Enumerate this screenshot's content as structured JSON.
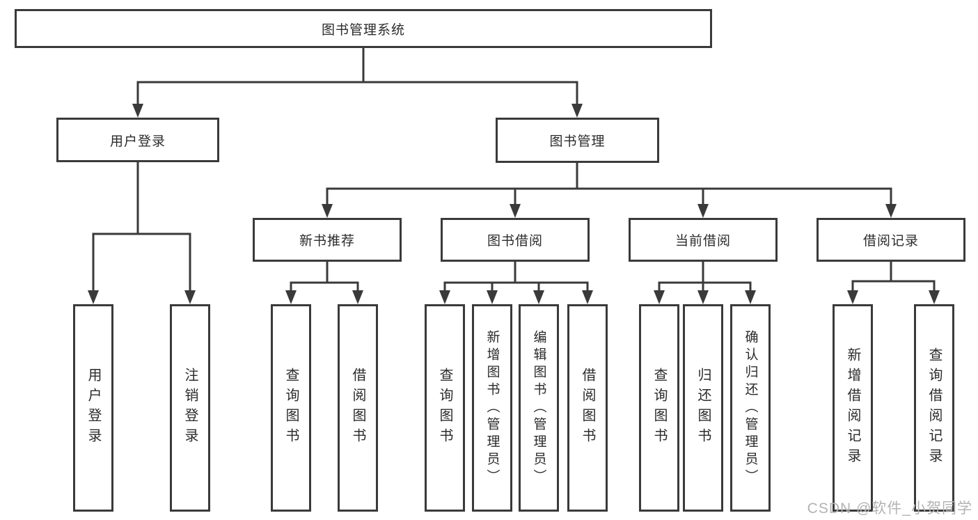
{
  "diagram": {
    "root": {
      "label": "图书管理系统"
    },
    "branches": [
      {
        "label": "用户登录",
        "children": [
          {
            "label": "用户登录"
          },
          {
            "label": "注销登录"
          }
        ]
      },
      {
        "label": "图书管理",
        "children": [
          {
            "label": "新书推荐",
            "children": [
              {
                "label": "查询图书"
              },
              {
                "label": "借阅图书"
              }
            ]
          },
          {
            "label": "图书借阅",
            "children": [
              {
                "label": "查询图书"
              },
              {
                "label": "新增图书（管理员）"
              },
              {
                "label": "编辑图书（管理员）"
              },
              {
                "label": "借阅图书"
              }
            ]
          },
          {
            "label": "当前借阅",
            "children": [
              {
                "label": "查询图书"
              },
              {
                "label": "归还图书"
              },
              {
                "label": "确认归还（管理员）"
              }
            ]
          },
          {
            "label": "借阅记录",
            "children": [
              {
                "label": "新增借阅记录"
              },
              {
                "label": "查询借阅记录"
              }
            ]
          }
        ]
      }
    ],
    "watermark": "CSDN @软件_小贺同学",
    "colors": {
      "line": "#3a3a3a",
      "box_border": "#3a3a3a",
      "text": "#2b2b2b",
      "watermark": "#b3b3b3",
      "background": "#ffffff"
    }
  }
}
